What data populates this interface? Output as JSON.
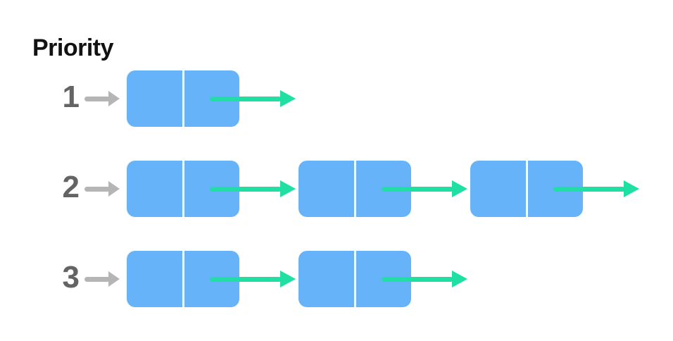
{
  "title": "Priority",
  "colors": {
    "background": "#ffffff",
    "node_fill": "#66b3fa",
    "node_divider": "#ffffff",
    "arrow_green": "#1fe0a2",
    "arrow_gray": "#b5b5b5",
    "label_gray": "#646464",
    "title_color": "#121212"
  },
  "diagram": {
    "type": "priority-linked-lists",
    "cells_per_node": 2,
    "rows": [
      {
        "label": "1",
        "node_count": 1
      },
      {
        "label": "2",
        "node_count": 3
      },
      {
        "label": "3",
        "node_count": 2
      }
    ]
  }
}
